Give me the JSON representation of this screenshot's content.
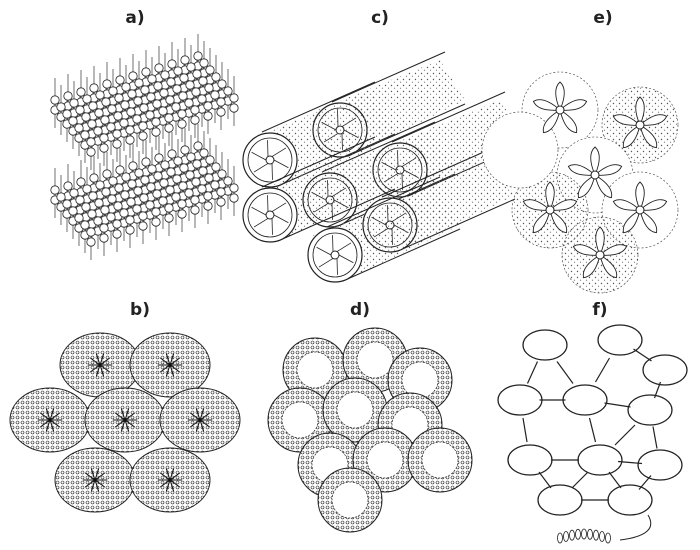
{
  "figure": {
    "panels": [
      {
        "id": "a",
        "label": "a)",
        "depicts": "layered-lamellar-structure"
      },
      {
        "id": "b",
        "label": "b)",
        "depicts": "hexagonal-packed-rod-micelles"
      },
      {
        "id": "c",
        "label": "c)",
        "depicts": "hexagonal-cylinders"
      },
      {
        "id": "d",
        "label": "d)",
        "depicts": "cubic-packed-spherical-micelles"
      },
      {
        "id": "e",
        "label": "e)",
        "depicts": "star-shaped-micelle-network"
      },
      {
        "id": "f",
        "label": "f)",
        "depicts": "bicontinuous-cubic-network"
      }
    ]
  },
  "colors": {
    "ink": "#1a1a1a",
    "paper": "#ffffff",
    "stipple": "#555555"
  }
}
